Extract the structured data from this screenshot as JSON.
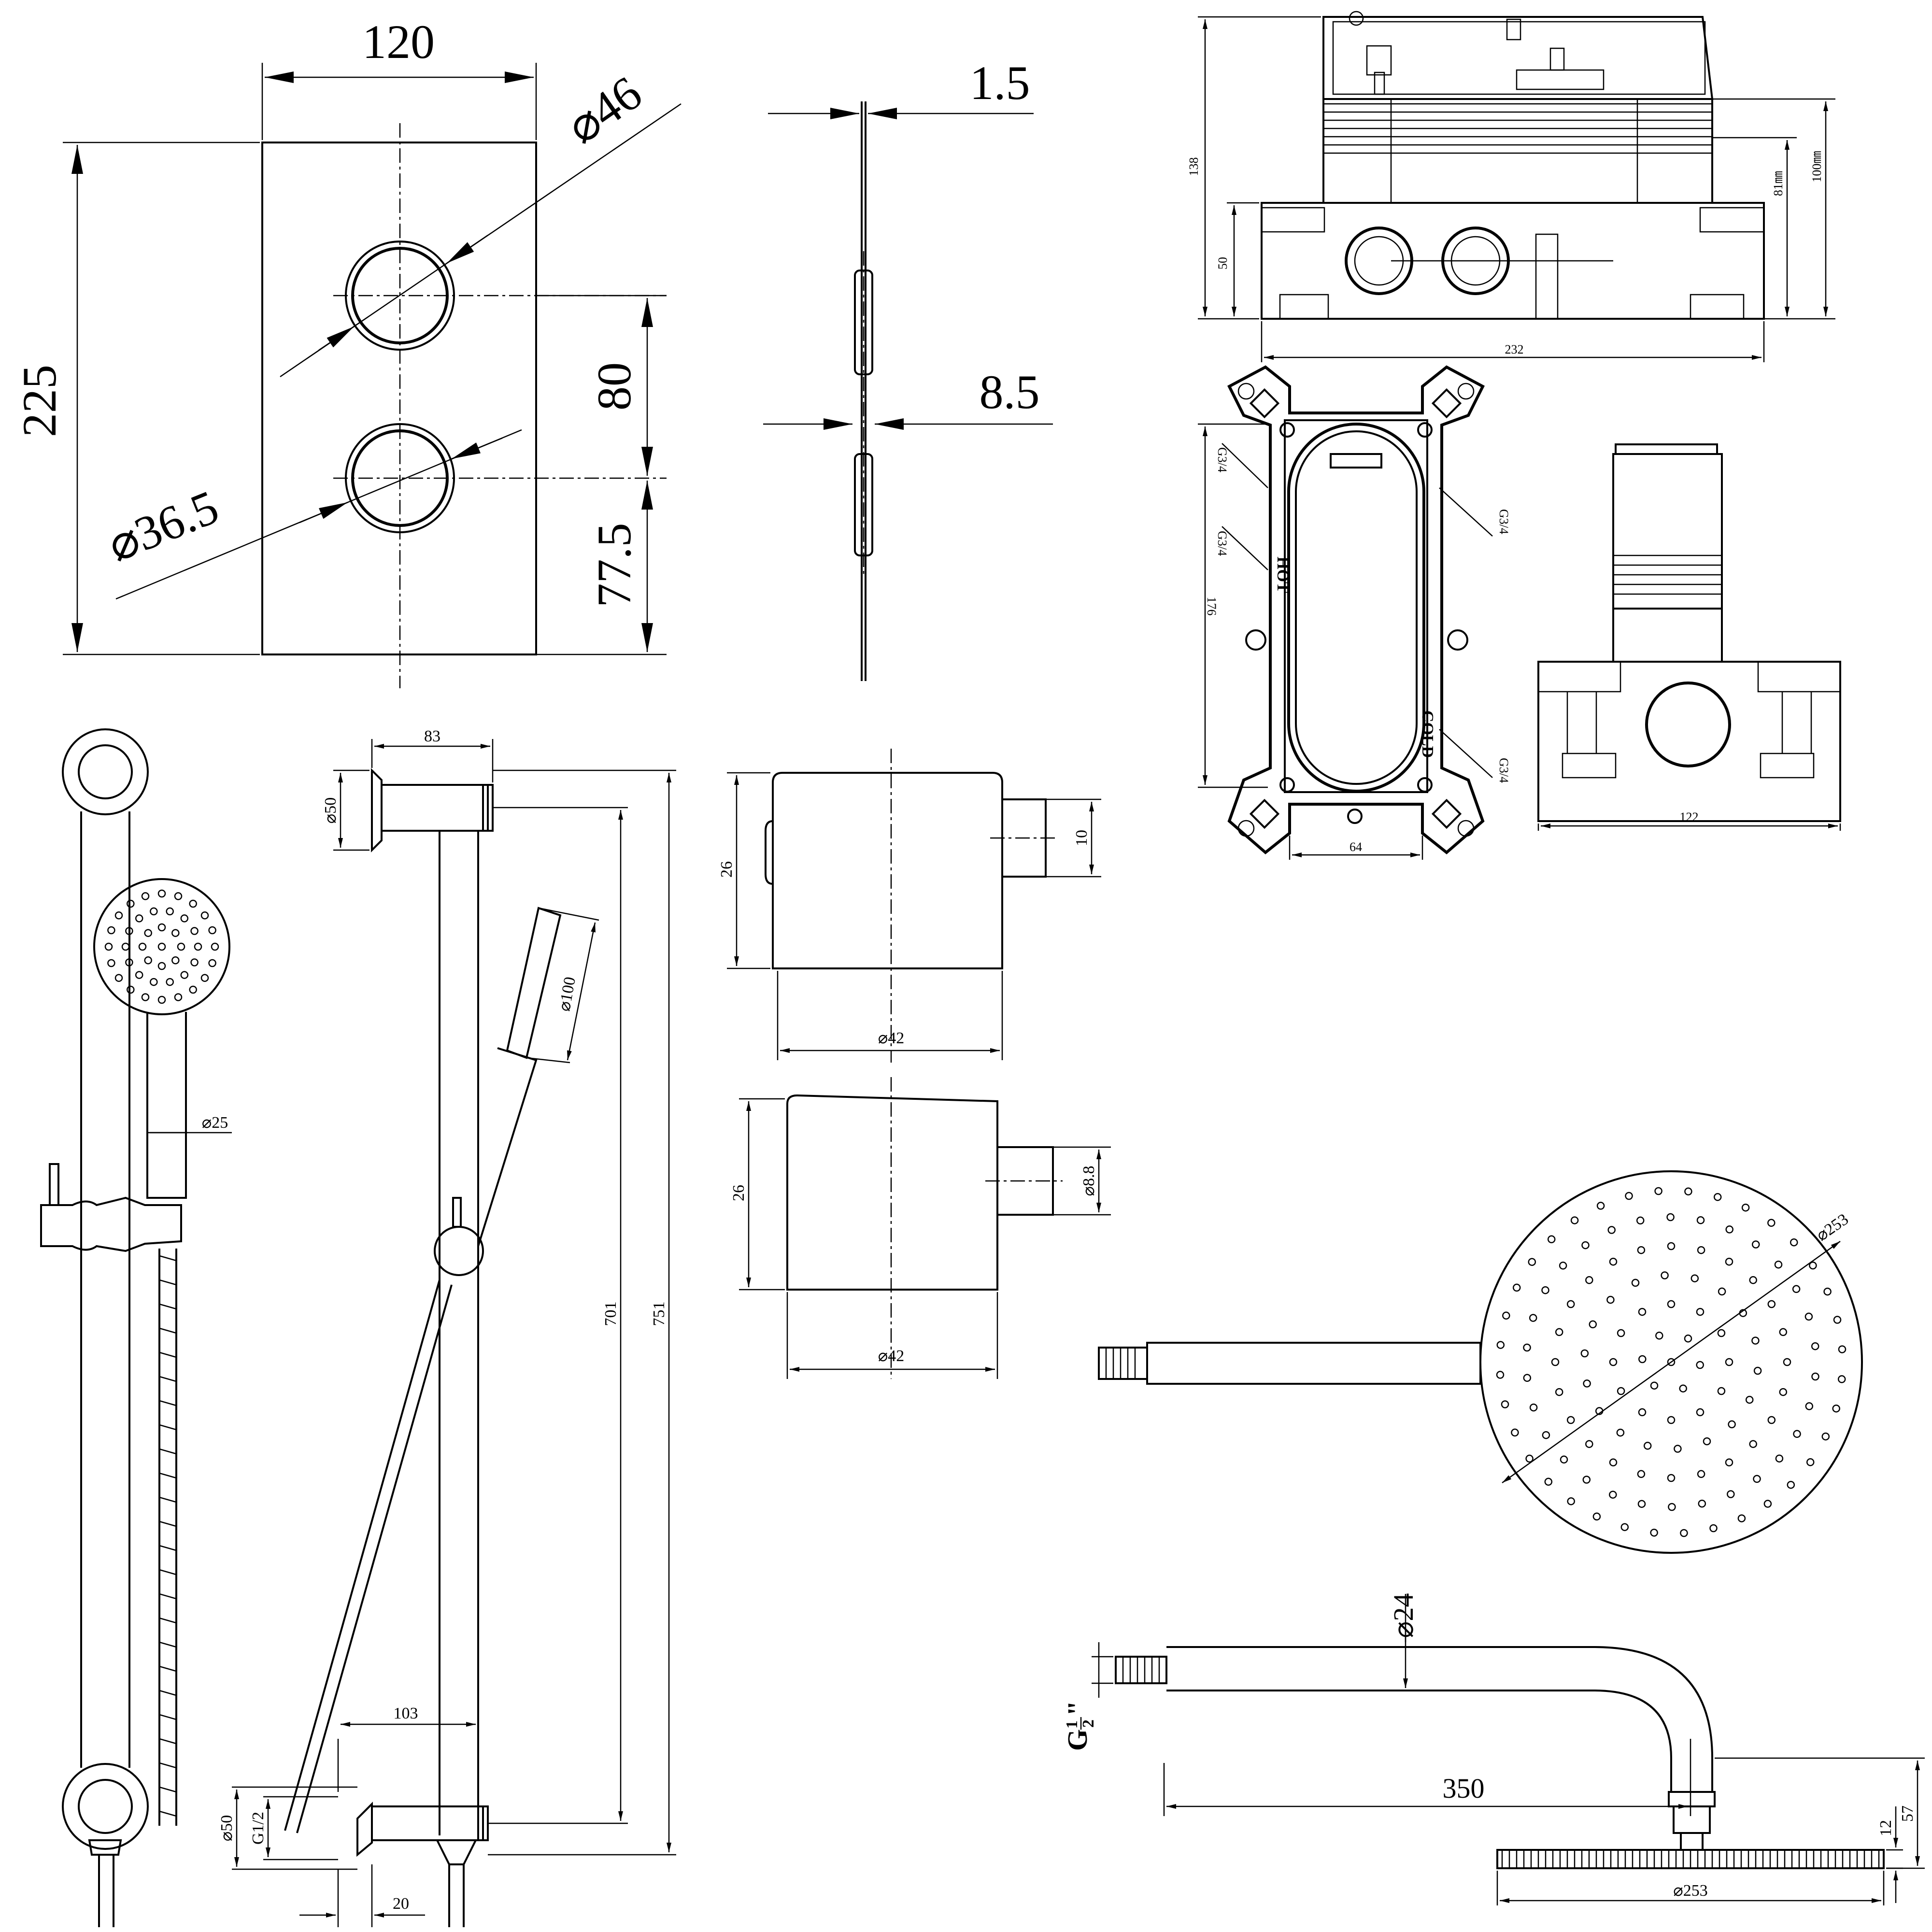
{
  "faceplate": {
    "width": "120",
    "height": "225",
    "large_dia": "⌀46",
    "small_dia": "⌀36.5",
    "spacing": "80",
    "bottom": "77.5"
  },
  "side_profile": {
    "thickness": "1.5",
    "knob_depth": "8.5"
  },
  "valve_body": {
    "height_total": "138",
    "height_upper": "100㎜",
    "height_mid": "81㎜",
    "height_base": "50",
    "width": "232"
  },
  "mounting_bracket": {
    "inlet_top_left": "G3/4",
    "inlet_mid_left": "G3/4",
    "label_hot": "HOT",
    "label_cold": "COLD",
    "outlet_top_right": "G3/4",
    "outlet_bottom_right": "G3/4",
    "height": "176",
    "width": "64"
  },
  "valve_front": {
    "width": "122"
  },
  "slide_rail": {
    "hose_dia": "⌀25",
    "top_offset": "83",
    "bracket_dia": "⌀50",
    "head_dia": "⌀100",
    "inner_length": "701",
    "total_length": "751",
    "outlet_offset": "103",
    "bottom_bracket_dia": "⌀50",
    "thread": "G1/2",
    "bottom_gap": "20"
  },
  "knob_a": {
    "height": "26",
    "stem": "10",
    "dia": "⌀42"
  },
  "knob_b": {
    "height": "26",
    "stem": "⌀8.8",
    "dia": "⌀42"
  },
  "rain_head": {
    "dia": "⌀253"
  },
  "shower_arm": {
    "pipe_dia": "⌀24",
    "thread_g": "G",
    "thread_num": "1",
    "thread_den": "2",
    "thread_mark": "\"",
    "length": "350",
    "head_thick": "12",
    "total_drop": "57",
    "head_dia": "⌀253"
  }
}
